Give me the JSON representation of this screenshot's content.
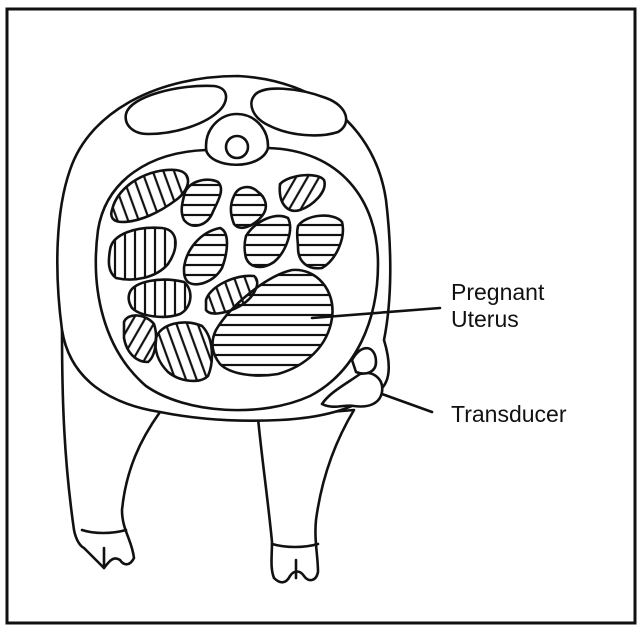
{
  "labels": {
    "pregnant_line1": "Pregnant",
    "pregnant_line2": "Uterus",
    "transducer": "Transducer"
  },
  "colors": {
    "ink": "#111111",
    "background": "#ffffff"
  }
}
